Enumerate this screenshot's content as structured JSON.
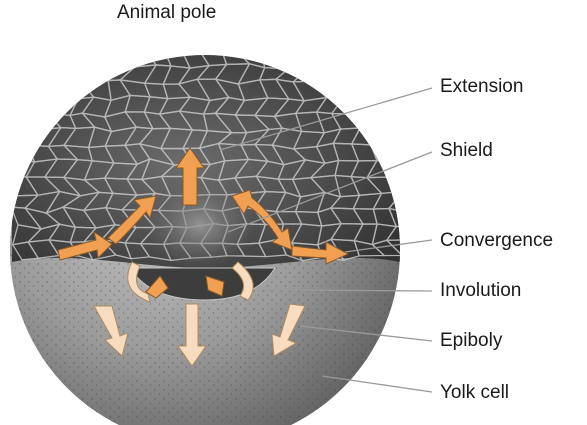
{
  "title": "Animal pole",
  "labels": {
    "extension": "Extension",
    "shield": "Shield",
    "convergence": "Convergence",
    "involution": "Involution",
    "epiboly": "Epiboly",
    "yolk_cell": "Yolk cell"
  },
  "colors": {
    "cells": "#4a4a4a",
    "cell_borders": "#c8c8c8",
    "yolk": "#8a8a8a",
    "orange_arrows": "#f0a050",
    "pale_arrows": "#f7dcc0",
    "leader_lines": "#9a9a9a"
  }
}
